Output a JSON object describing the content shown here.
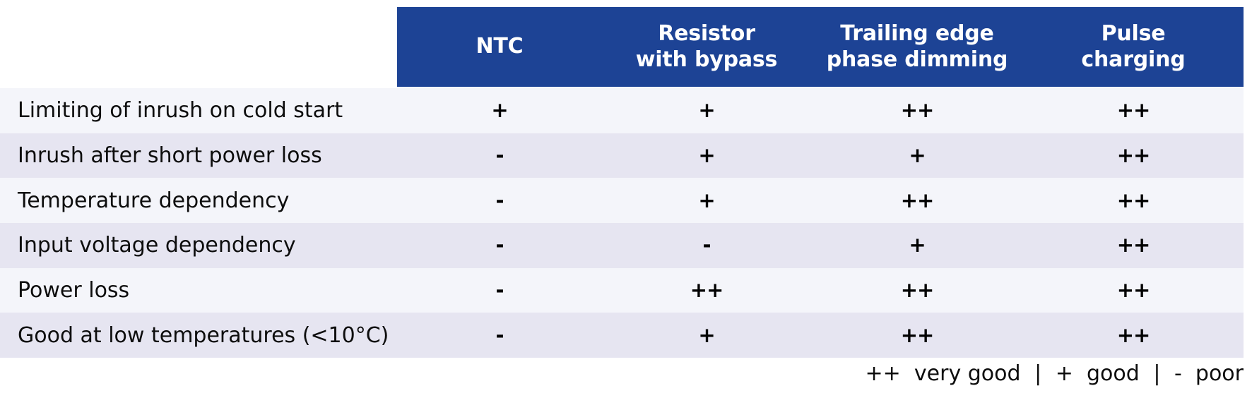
{
  "table": {
    "columns": [
      {
        "id": "ntc",
        "lines": [
          "NTC"
        ]
      },
      {
        "id": "resistor-with-bypass",
        "lines": [
          "Resistor",
          "with bypass"
        ]
      },
      {
        "id": "trailing-edge-phase-dimming",
        "lines": [
          "Trailing edge",
          "phase dimming"
        ]
      },
      {
        "id": "pulse-charging",
        "lines": [
          "Pulse",
          "charging"
        ]
      }
    ],
    "rows": [
      {
        "label": "Limiting of inrush on cold start",
        "values": [
          "+",
          "+",
          "++",
          "++"
        ]
      },
      {
        "label": "Inrush after short power loss",
        "values": [
          "-",
          "+",
          "+",
          "++"
        ]
      },
      {
        "label": "Temperature dependency",
        "values": [
          "-",
          "+",
          "++",
          "++"
        ]
      },
      {
        "label": "Input voltage dependency",
        "values": [
          "-",
          "-",
          "+",
          "++"
        ]
      },
      {
        "label": "Power loss",
        "values": [
          "-",
          "++",
          "++",
          "++"
        ]
      },
      {
        "label": "Good at low temperatures (<10°C)",
        "values": [
          "-",
          "+",
          "++",
          "++"
        ]
      }
    ]
  },
  "legend": {
    "very_good_symbol": "++",
    "very_good_label": "very good",
    "separator": "|",
    "good_symbol": "+",
    "good_label": "good",
    "poor_symbol": "-",
    "poor_label": "poor",
    "full_text": "++ very good | + good | - poor"
  },
  "colors": {
    "header_blue": "#1d4395",
    "row_light": "#f4f5fa",
    "row_lavender": "#e6e5f1",
    "header_text": "#ffffff",
    "body_text": "#0d0d0d",
    "page_background": "#ffffff"
  }
}
